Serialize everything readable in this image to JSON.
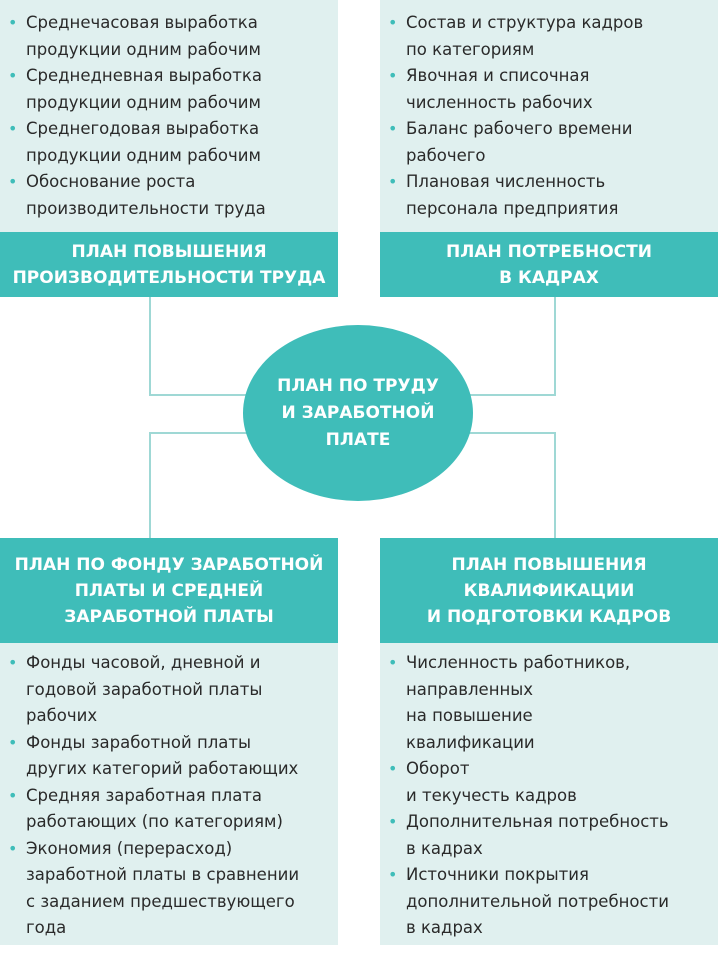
{
  "center": {
    "lines": [
      "ПЛАН ПО ТРУДУ",
      "И ЗАРАБОТНОЙ",
      "ПЛАТЕ"
    ]
  },
  "blocks": [
    {
      "title": [
        "ПЛАН ПОВЫШЕНИЯ",
        "ПРОИЗВОДИТЕЛЬНОСТИ ТРУДА"
      ],
      "items": [
        "Среднечасовая выработка\nпродукции одним рабочим",
        "Среднедневная выработка\nпродукции одним рабочим",
        "Среднегодовая выработка\nпродукции одним рабочим",
        "Обоснование роста\nпроизводительности труда"
      ]
    },
    {
      "title": [
        "ПЛАН ПОТРЕБНОСТИ",
        "В КАДРАХ"
      ],
      "items": [
        "Состав и структура кадров\nпо категориям",
        "Явочная и списочная\nчисленность рабочих",
        "Баланс рабочего времени\nрабочего",
        "Плановая численность\nперсонала предприятия"
      ]
    },
    {
      "title": [
        "ПЛАН ПО ФОНДУ ЗАРАБОТНОЙ",
        "ПЛАТЫ И СРЕДНЕЙ",
        "ЗАРАБОТНОЙ ПЛАТЫ"
      ],
      "items": [
        "Фонды часовой, дневной и\nгодовой заработной платы\nрабочих",
        "Фонды заработной платы\nдругих категорий работающих",
        "Средняя заработная плата\nработающих (по категориям)",
        "Экономия (перерасход)\nзаработной платы в сравнении\nс заданием предшествующего\nгода"
      ]
    },
    {
      "title": [
        "ПЛАН ПОВЫШЕНИЯ",
        "КВАЛИФИКАЦИИ",
        "И ПОДГОТОВКИ КАДРОВ"
      ],
      "items": [
        "Численность работников,\nнаправленных\nна повышение\nквалификации",
        "Оборот\nи текучесть кадров",
        "Дополнительная потребность\nв кадрах",
        "Источники покрытия\nдополнительной потребности\nв кадрах"
      ]
    }
  ],
  "colors": {
    "accent": "#3fbdb9",
    "light": "#e0f0ef"
  }
}
